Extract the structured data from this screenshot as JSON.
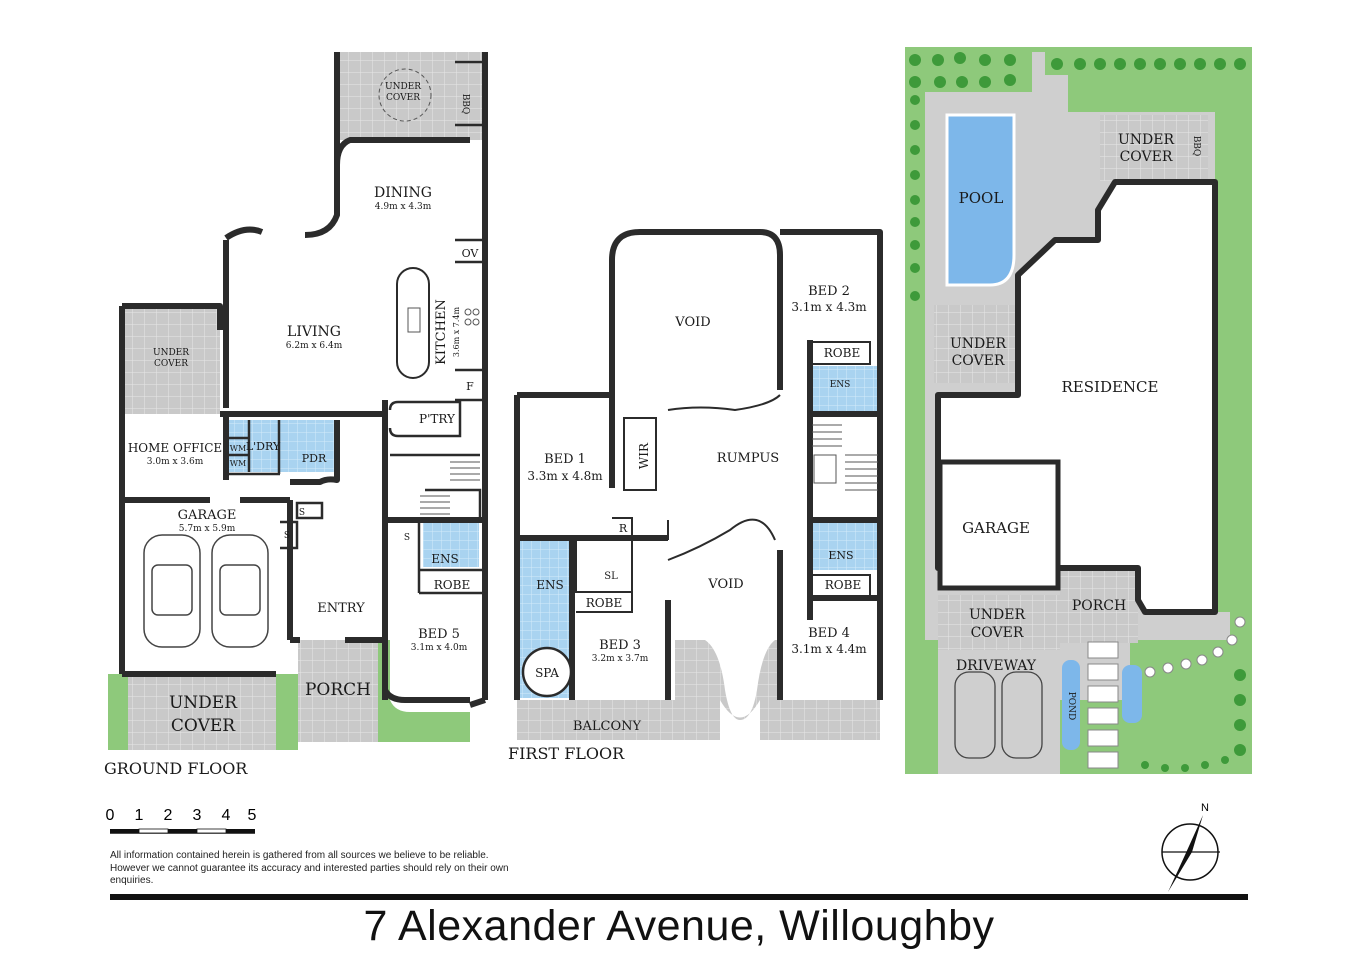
{
  "floors": {
    "ground": "GROUND FLOOR",
    "first": "FIRST FLOOR"
  },
  "ground_rooms": {
    "under_cover_top_1": "UNDER",
    "under_cover_top_2": "COVER",
    "bbq": "BBQ",
    "dining": "DINING",
    "dining_dim": "4.9m x 4.3m",
    "ov": "OV",
    "living": "LIVING",
    "living_dim": "6.2m x 6.4m",
    "kitchen": "KITCHEN",
    "kitchen_dim": "3.6m x 7.4m",
    "fridge": "F",
    "pantry": "P'TRY",
    "under_cover_side_1": "UNDER",
    "under_cover_side_2": "COVER",
    "home_office": "HOME OFFICE",
    "home_office_dim": "3.0m x 3.6m",
    "laundry": "L'DRY",
    "wm1": "WM",
    "wm2": "WM",
    "pdr": "PDR",
    "garage": "GARAGE",
    "garage_dim": "5.7m x 5.9m",
    "s1": "S",
    "s2": "S",
    "s3": "S",
    "ens": "ENS",
    "robe": "ROBE",
    "entry": "ENTRY",
    "bed5": "BED 5",
    "bed5_dim": "3.1m x 4.0m",
    "porch": "PORCH",
    "under_cover_front_1": "UNDER",
    "under_cover_front_2": "COVER"
  },
  "first_rooms": {
    "void1": "VOID",
    "bed2": "BED 2",
    "bed2_dim": "3.1m x 4.3m",
    "robe2": "ROBE",
    "ens2": "ENS",
    "bed1": "BED 1",
    "bed1_dim": "3.3m x 4.8m",
    "wir": "WIR",
    "rumpus": "RUMPUS",
    "r": "R",
    "ens1": "ENS",
    "sl": "SL",
    "robe1": "ROBE",
    "void2": "VOID",
    "ens4": "ENS",
    "robe4": "ROBE",
    "spa": "SPA",
    "bed3": "BED 3",
    "bed3_dim": "3.2m x 3.7m",
    "bed4": "BED 4",
    "bed4_dim": "3.1m x 4.4m",
    "balcony": "BALCONY"
  },
  "site": {
    "pool": "POOL",
    "under_cover_a_1": "UNDER",
    "under_cover_a_2": "COVER",
    "bbq": "BBQ",
    "under_cover_b_1": "UNDER",
    "under_cover_b_2": "COVER",
    "residence": "RESIDENCE",
    "garage": "GARAGE",
    "under_cover_c_1": "UNDER",
    "under_cover_c_2": "COVER",
    "porch": "PORCH",
    "driveway": "DRIVEWAY",
    "pond": "POND"
  },
  "scale_labels": [
    "0",
    "1",
    "2",
    "3",
    "4",
    "5"
  ],
  "north": "N",
  "disclaimer": "All information contained herein is gathered from all sources we believe to be reliable. However we cannot guarantee its accuracy and interested parties should rely on their own enquiries.",
  "address": "7 Alexander Avenue, Willoughby",
  "colors": {
    "wall": "#2b2b2b",
    "wet_area": "#a9d3f0",
    "pool": "#7db7ea",
    "garden": "#8ec97b",
    "paving": "#bdbdbd",
    "site_grey": "#cfcfcf",
    "lawn_dark": "#3e9a3a"
  }
}
